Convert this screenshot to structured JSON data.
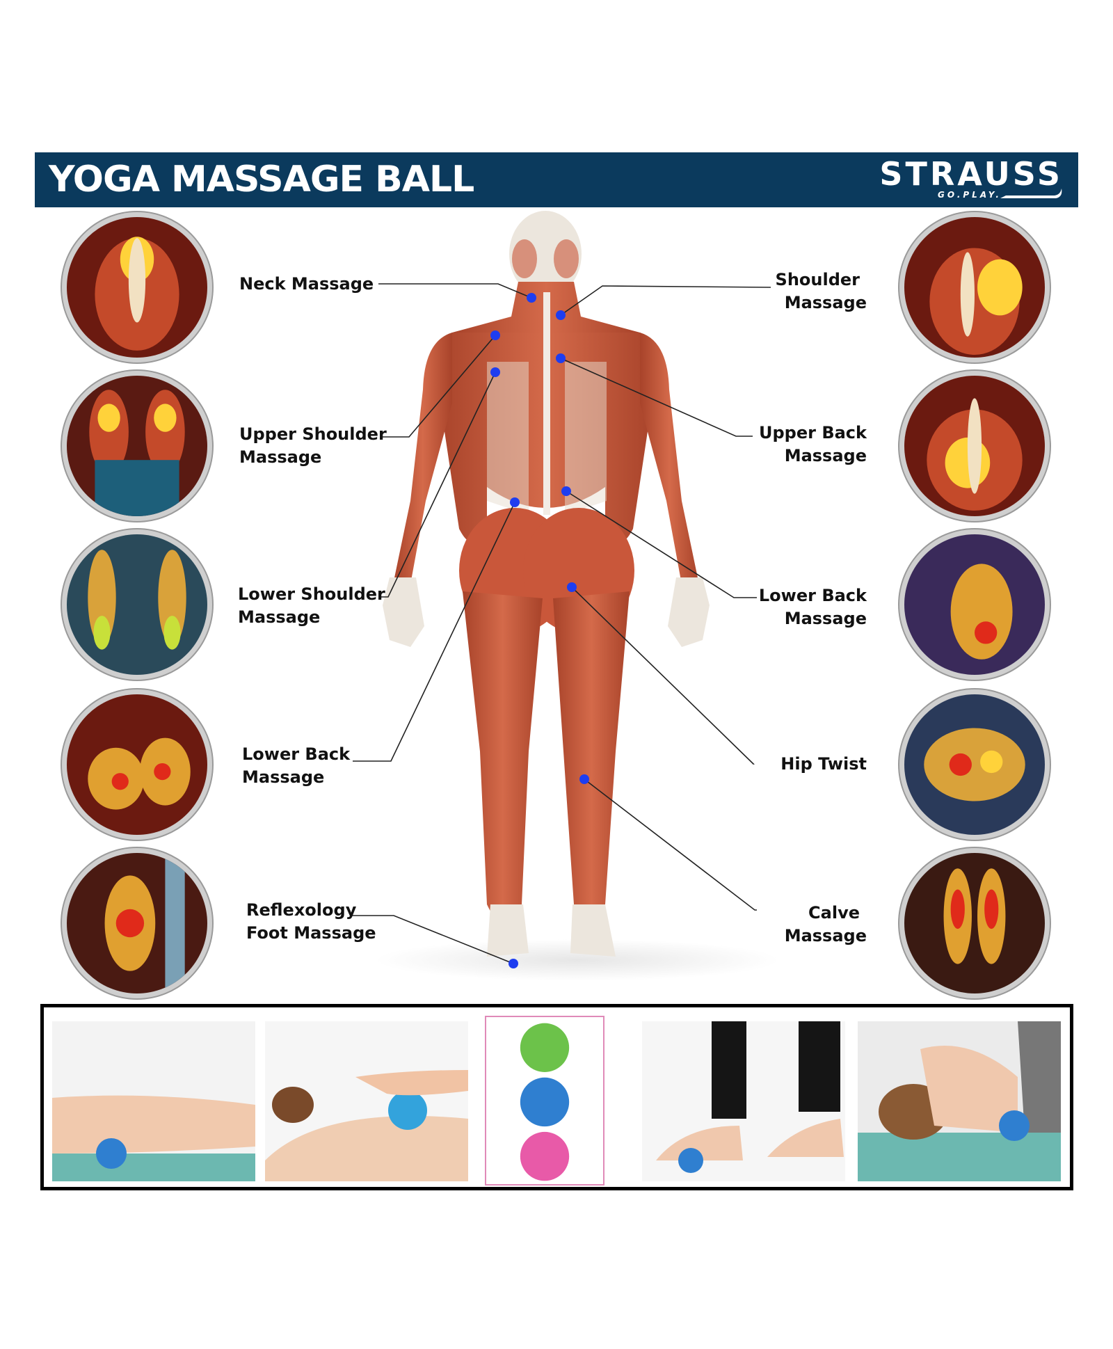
{
  "banner": {
    "title": "YOGA MASSAGE BALL",
    "brand_name": "STRAUSS",
    "brand_tagline": "GO.PLAY.",
    "background_color": "#0b3a5d"
  },
  "labels_left": [
    {
      "line1": "Neck Massage",
      "line2": ""
    },
    {
      "line1": "Upper Shoulder",
      "line2": "Massage"
    },
    {
      "line1": "Lower Shoulder",
      "line2": "Massage"
    },
    {
      "line1": "Lower Back",
      "line2": "Massage"
    },
    {
      "line1": "Reflexology",
      "line2": "Foot Massage"
    }
  ],
  "labels_right": [
    {
      "line1": "Shoulder",
      "line2": "Massage"
    },
    {
      "line1": "Upper Back",
      "line2": "Massage"
    },
    {
      "line1": "Lower Back",
      "line2": "Massage"
    },
    {
      "line1": "Hip Twist",
      "line2": ""
    },
    {
      "line1": "Calve",
      "line2": "Massage"
    }
  ],
  "colors": {
    "marker_dot": "#1e3df0",
    "muscle": "#c9573a",
    "ball_green": "#6cc24a",
    "ball_blue": "#2f7fd0",
    "ball_pink": "#e85aa8",
    "mat": "#6cb8b0"
  },
  "icons": {
    "heat_maps": "pain-heatmap-icon",
    "product_balls": "massage-ball-icon"
  }
}
